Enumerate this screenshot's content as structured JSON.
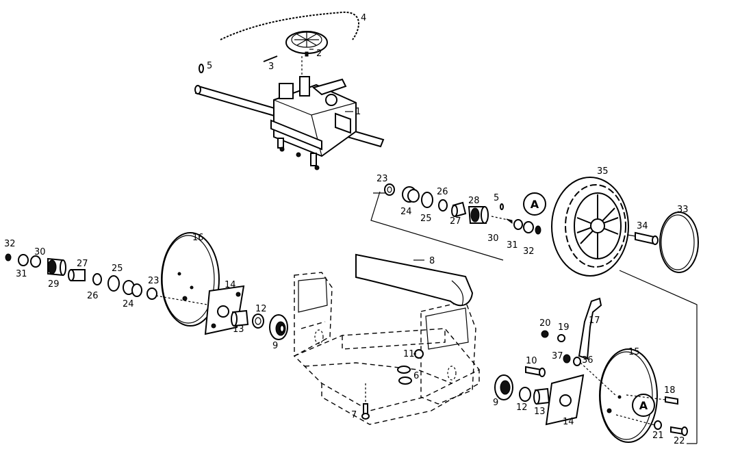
{
  "diagram": {
    "part_labels": {
      "p1": "1",
      "p2": "2",
      "p3": "3",
      "p4": "4",
      "p5": "5",
      "p6": "6",
      "p7": "7",
      "p8": "8",
      "p9a": "9",
      "p9b": "9",
      "p10": "10",
      "p11": "11",
      "p12a": "12",
      "p12b": "12",
      "p13a": "13",
      "p13b": "13",
      "p14a": "14",
      "p14b": "14",
      "p15": "15",
      "p16": "16",
      "p17": "17",
      "p18": "18",
      "p19": "19",
      "p20": "20",
      "p21": "21",
      "p22": "22",
      "p23a": "23",
      "p23b": "23",
      "p24a": "24",
      "p24b": "24",
      "p25a": "25",
      "p25b": "25",
      "p26a": "26",
      "p26b": "26",
      "p27a": "27",
      "p27b": "27",
      "p28": "28",
      "p29": "29",
      "p30a": "30",
      "p30b": "30",
      "p31a": "31",
      "p31b": "31",
      "p32a": "32",
      "p32b": "32",
      "p33": "33",
      "p34": "34",
      "p35": "35",
      "p36": "36",
      "p37": "37",
      "p5b": "5"
    },
    "callouts": {
      "a1": "A",
      "a2": "A"
    }
  }
}
